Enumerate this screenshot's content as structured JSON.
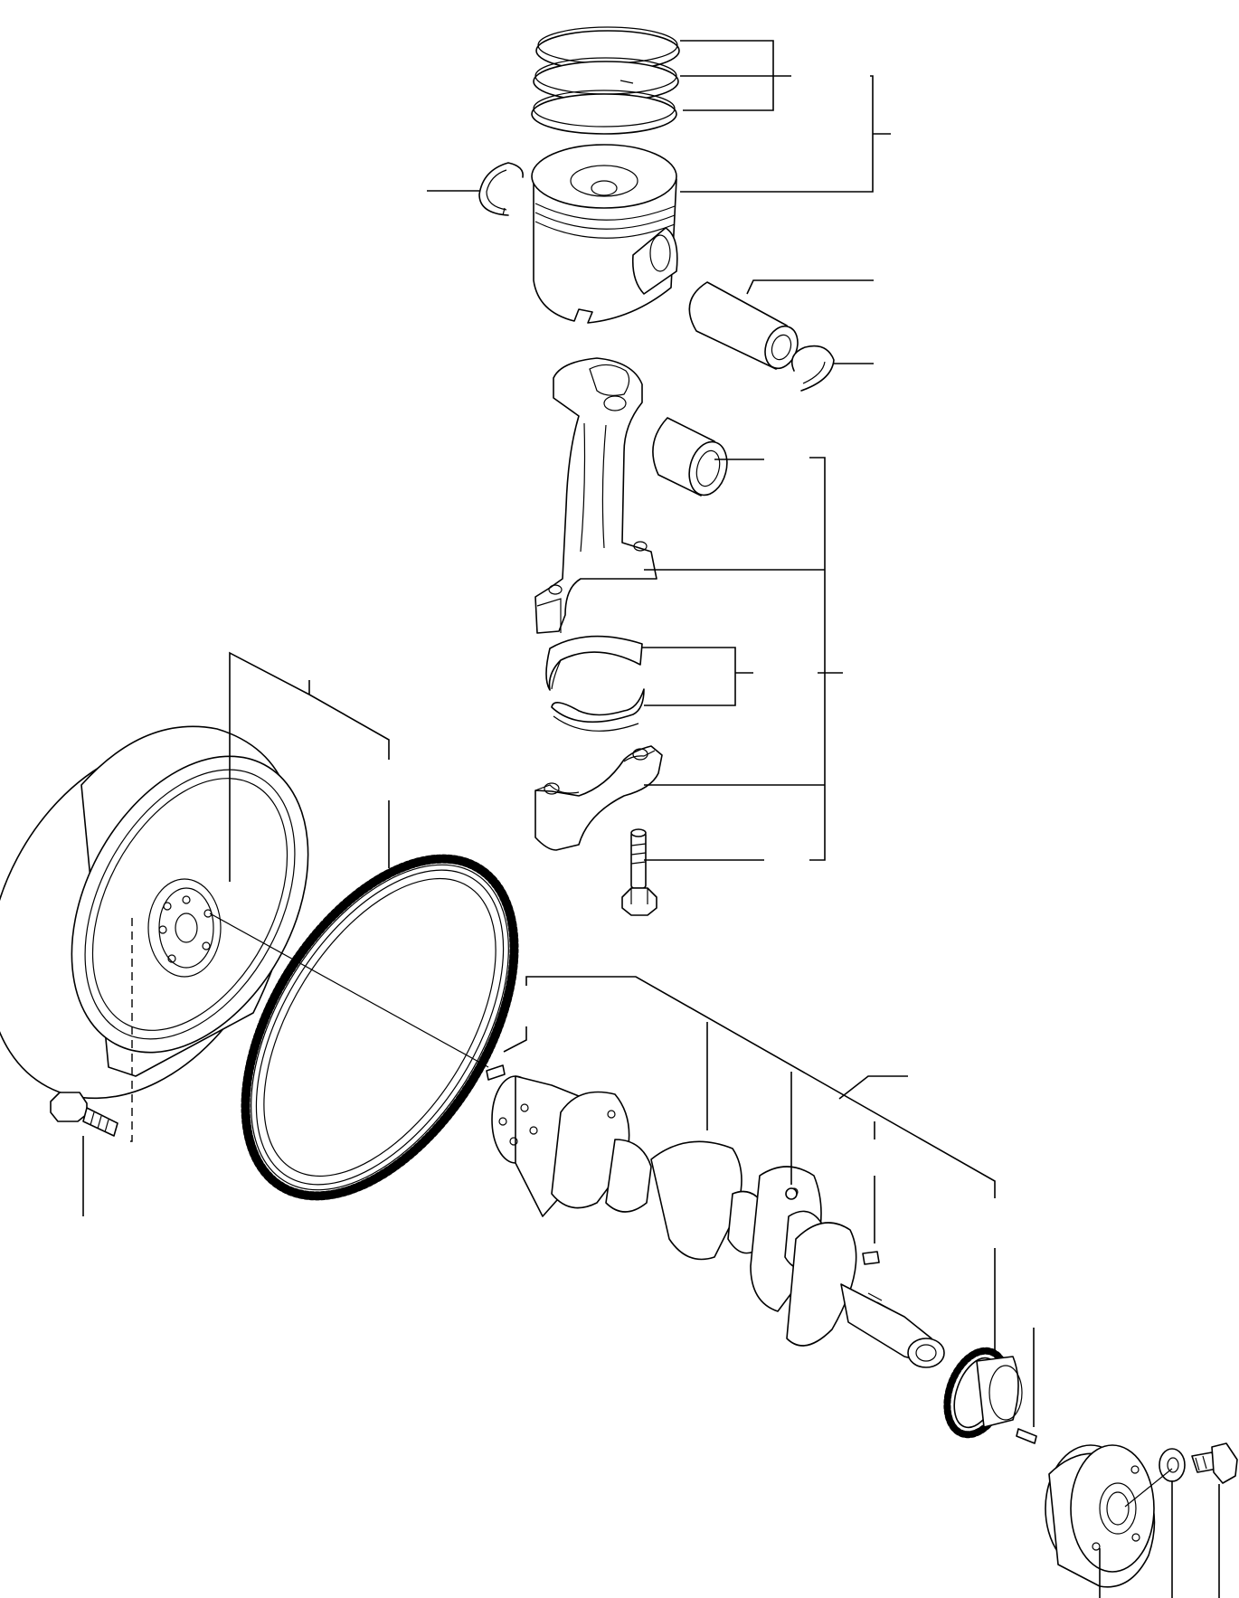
{
  "diagram": {
    "type": "exploded-parts-diagram",
    "line_color": "#000000",
    "background": "#ffffff",
    "callout_labels_visible": false,
    "parts": [
      "piston-rings",
      "piston",
      "piston-pin-circlip-left",
      "piston-pin",
      "piston-pin-circlip-right",
      "connecting-rod",
      "small-end-bushing",
      "connecting-rod-bearing-halves",
      "connecting-rod-cap",
      "connecting-rod-bolt",
      "flywheel",
      "ring-gear",
      "flywheel-bolt",
      "crankshaft",
      "dowel-pin",
      "woodruff-key",
      "crankshaft-gear",
      "pulley",
      "washer",
      "pulley-bolt"
    ]
  }
}
